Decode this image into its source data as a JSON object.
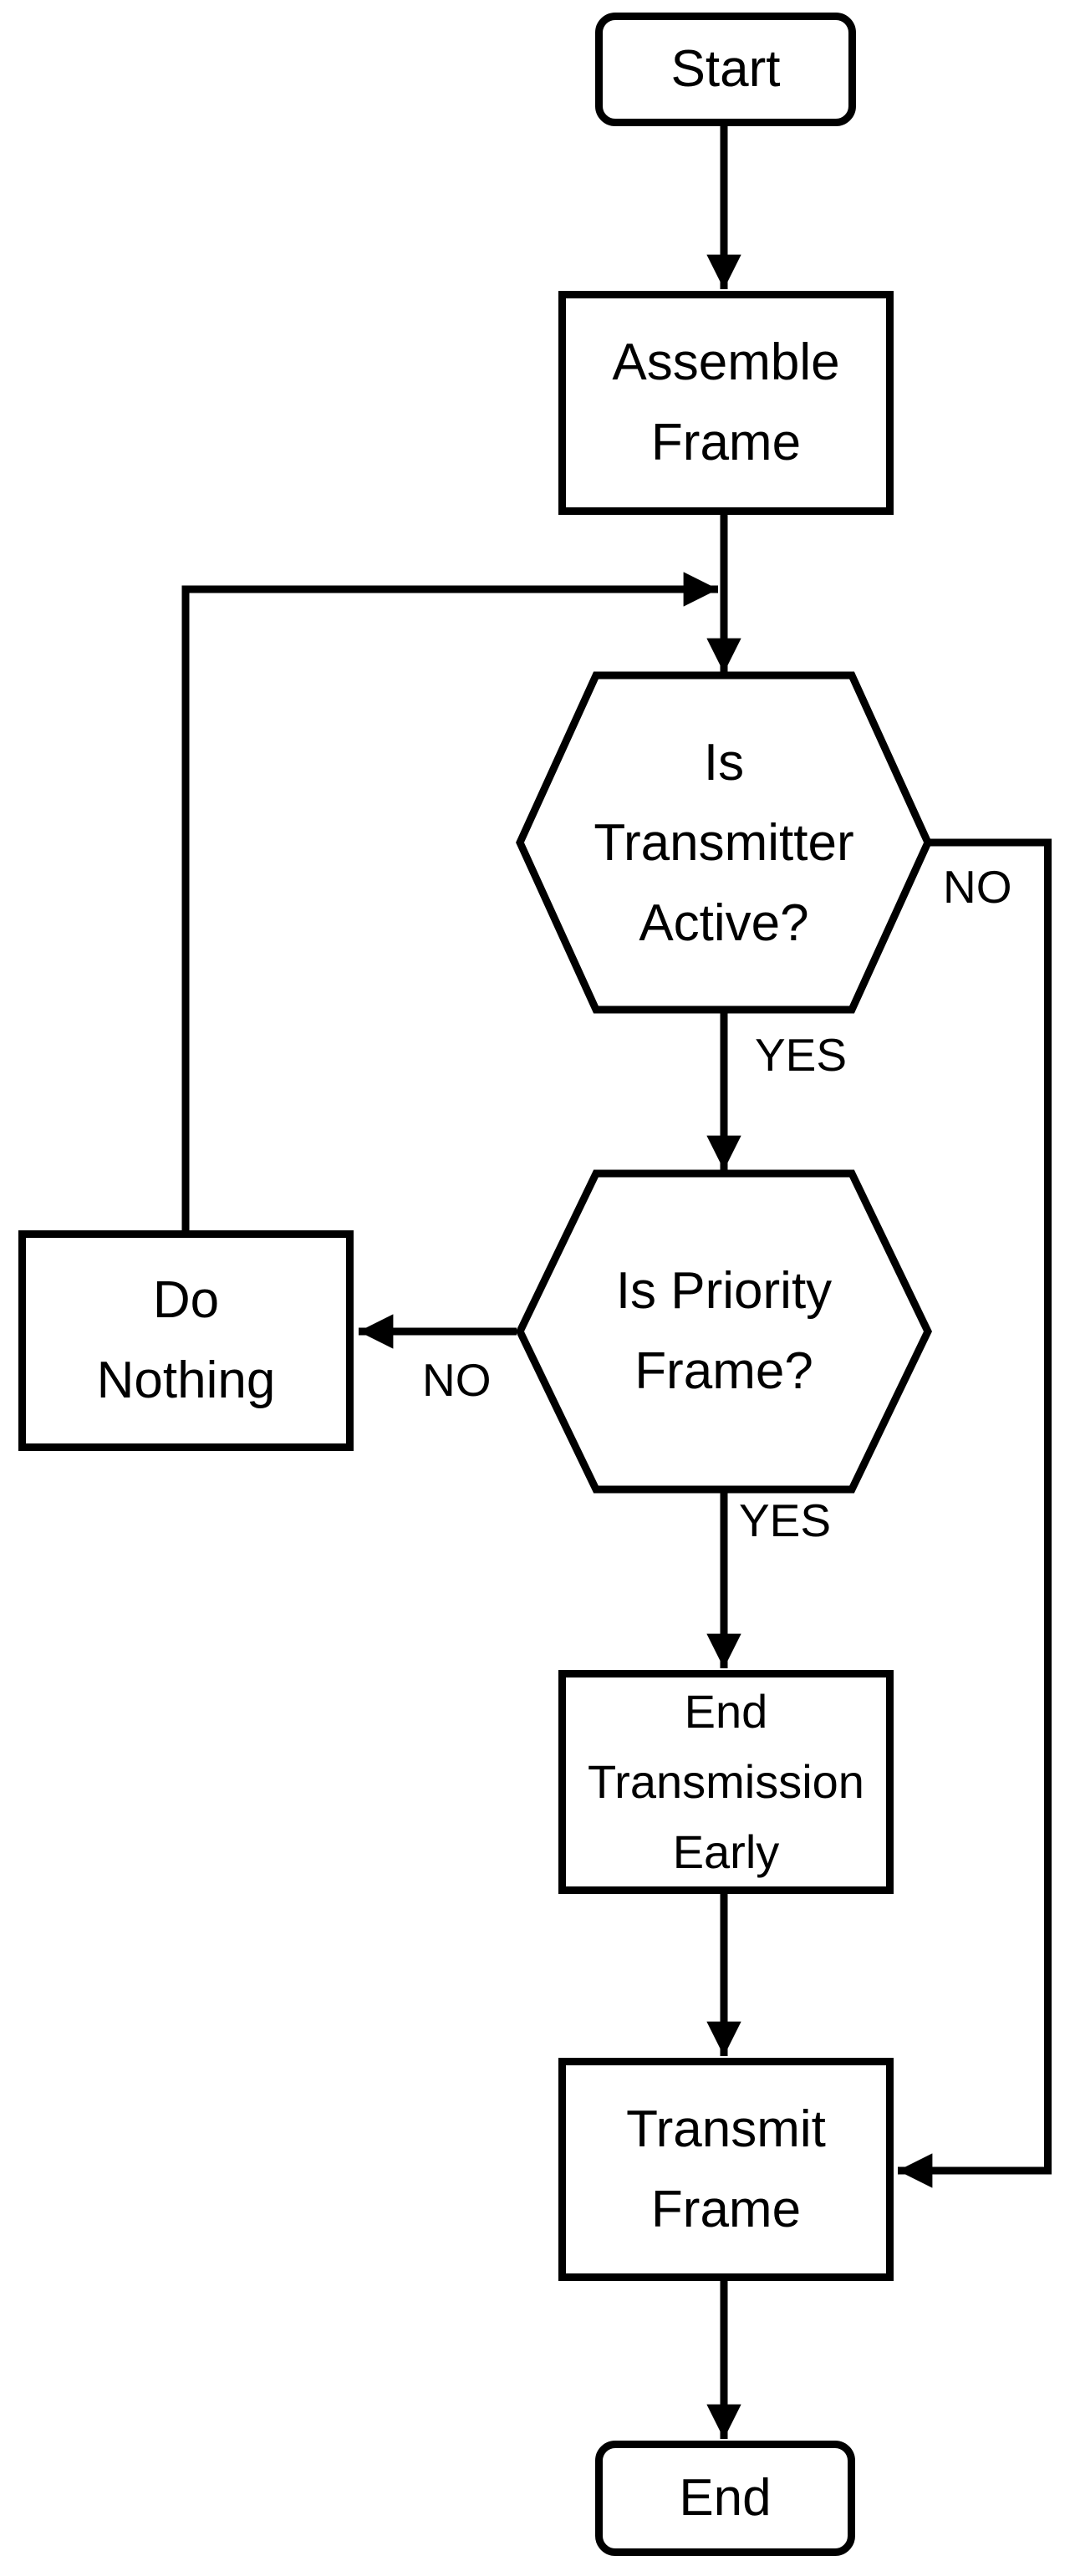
{
  "nodes": {
    "start": {
      "label": "Start",
      "shape": "rounded"
    },
    "assemble_frame": {
      "label": "Assemble\nFrame",
      "shape": "rect"
    },
    "is_transmitter_active": {
      "label": "Is\nTransmitter\nActive?",
      "shape": "hexagon"
    },
    "is_priority_frame": {
      "label": "Is Priority\nFrame?",
      "shape": "hexagon"
    },
    "do_nothing": {
      "label": "Do\nNothing",
      "shape": "rect"
    },
    "end_transmission_early": {
      "label": "End\nTransmission\nEarly",
      "shape": "rect"
    },
    "transmit_frame": {
      "label": "Transmit\nFrame",
      "shape": "rect"
    },
    "end": {
      "label": "End",
      "shape": "rounded"
    }
  },
  "edge_labels": {
    "transmitter_active_no": "NO",
    "transmitter_active_yes": "YES",
    "priority_frame_no": "NO",
    "priority_frame_yes": "YES"
  },
  "colors": {
    "line": "#000000",
    "node_border": "#000000",
    "node_fill": "#ffffff",
    "text": "#000000",
    "background": "#ffffff"
  }
}
